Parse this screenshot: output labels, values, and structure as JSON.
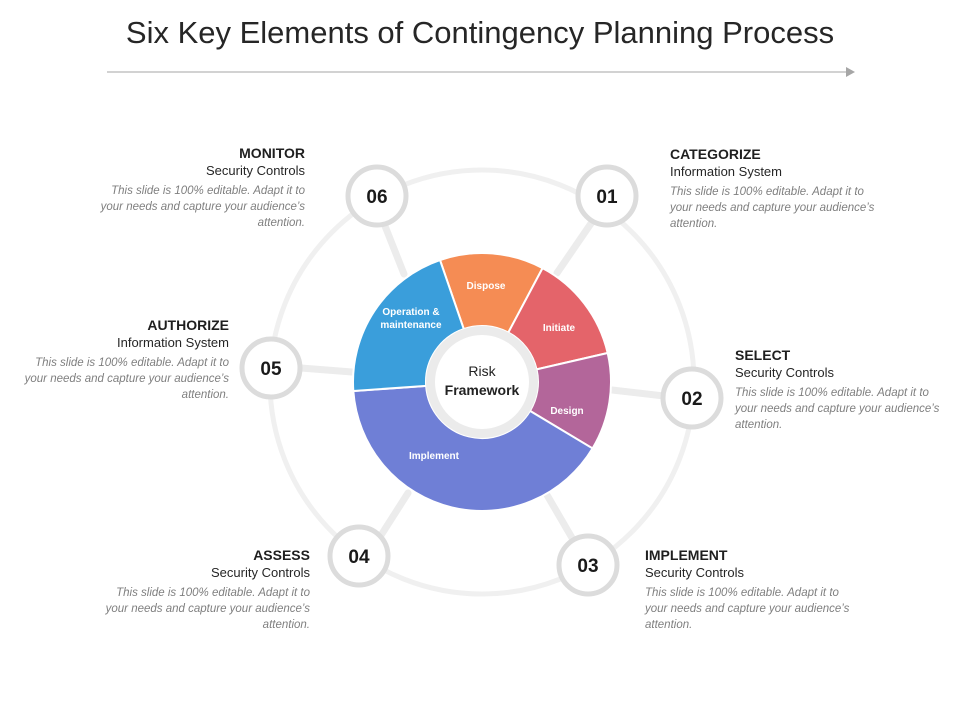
{
  "title": "Six Key Elements of Contingency Planning Process",
  "center": {
    "line1": "Risk",
    "line2": "Framework"
  },
  "segments": [
    {
      "label": "Dispose",
      "color": "#F58C54"
    },
    {
      "label": "Initiate",
      "color": "#E4646A"
    },
    {
      "label": "Design",
      "color": "#B3669A"
    },
    {
      "label": "Implement",
      "color": "#6F7FD6"
    },
    {
      "label_line1": "Operation &",
      "label_line2": "maintenance",
      "color": "#3A9EDB"
    }
  ],
  "steps": [
    {
      "number": "01",
      "heading": "CATEGORIZE",
      "sub": "Information System",
      "desc": "This slide is 100% editable. Adapt it to your needs and capture your audience’s attention."
    },
    {
      "number": "02",
      "heading": "SELECT",
      "sub": "Security Controls",
      "desc": "This slide is 100% editable. Adapt it to your needs and capture your audience’s attention."
    },
    {
      "number": "03",
      "heading": "IMPLEMENT",
      "sub": "Security Controls",
      "desc": "This slide is 100% editable. Adapt it to your needs and capture your audience’s attention."
    },
    {
      "number": "04",
      "heading": "ASSESS",
      "sub": "Security Controls",
      "desc": "This slide is 100% editable. Adapt it to your needs and capture your audience’s attention."
    },
    {
      "number": "05",
      "heading": "AUTHORIZE",
      "sub": "Information System",
      "desc": "This slide is 100% editable. Adapt it to your needs and capture your audience’s attention."
    },
    {
      "number": "06",
      "heading": "MONITOR",
      "sub": "Security Controls",
      "desc": "This slide is 100% editable. Adapt it to your needs and capture your audience’s attention."
    }
  ]
}
